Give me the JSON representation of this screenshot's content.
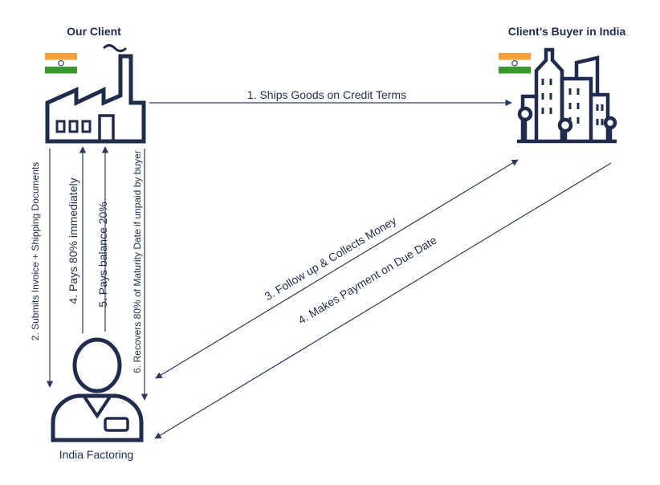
{
  "colors": {
    "navy": "#1f2c4c",
    "arrow": "#2d3a59",
    "saffron": "#f4a13b",
    "green": "#3a9b2d",
    "chakra": "#2b3a8c",
    "background": "#ffffff"
  },
  "nodes": {
    "client": {
      "label": "Our Client",
      "icon": "factory-icon",
      "flag": "india-flag-icon"
    },
    "buyer": {
      "label": "Client’s Buyer in India",
      "icon": "city-buildings-icon",
      "flag": "india-flag-icon"
    },
    "factor": {
      "label": "India Factoring",
      "icon": "person-with-badge-icon"
    }
  },
  "steps": {
    "s1": "1. Ships Goods on Credit Terms",
    "s2": "2. Submits Invoice + Shipping Documents",
    "s3": "3. Follow up & Collects Money",
    "s4_pay": "4. Pays 80% immediately",
    "s4_make": "4. Makes Payment on Due Date",
    "s5": "5. Pays balance 20%",
    "s6": "6. Recovers 80% of Maturity Date if unpaid by buyer"
  }
}
